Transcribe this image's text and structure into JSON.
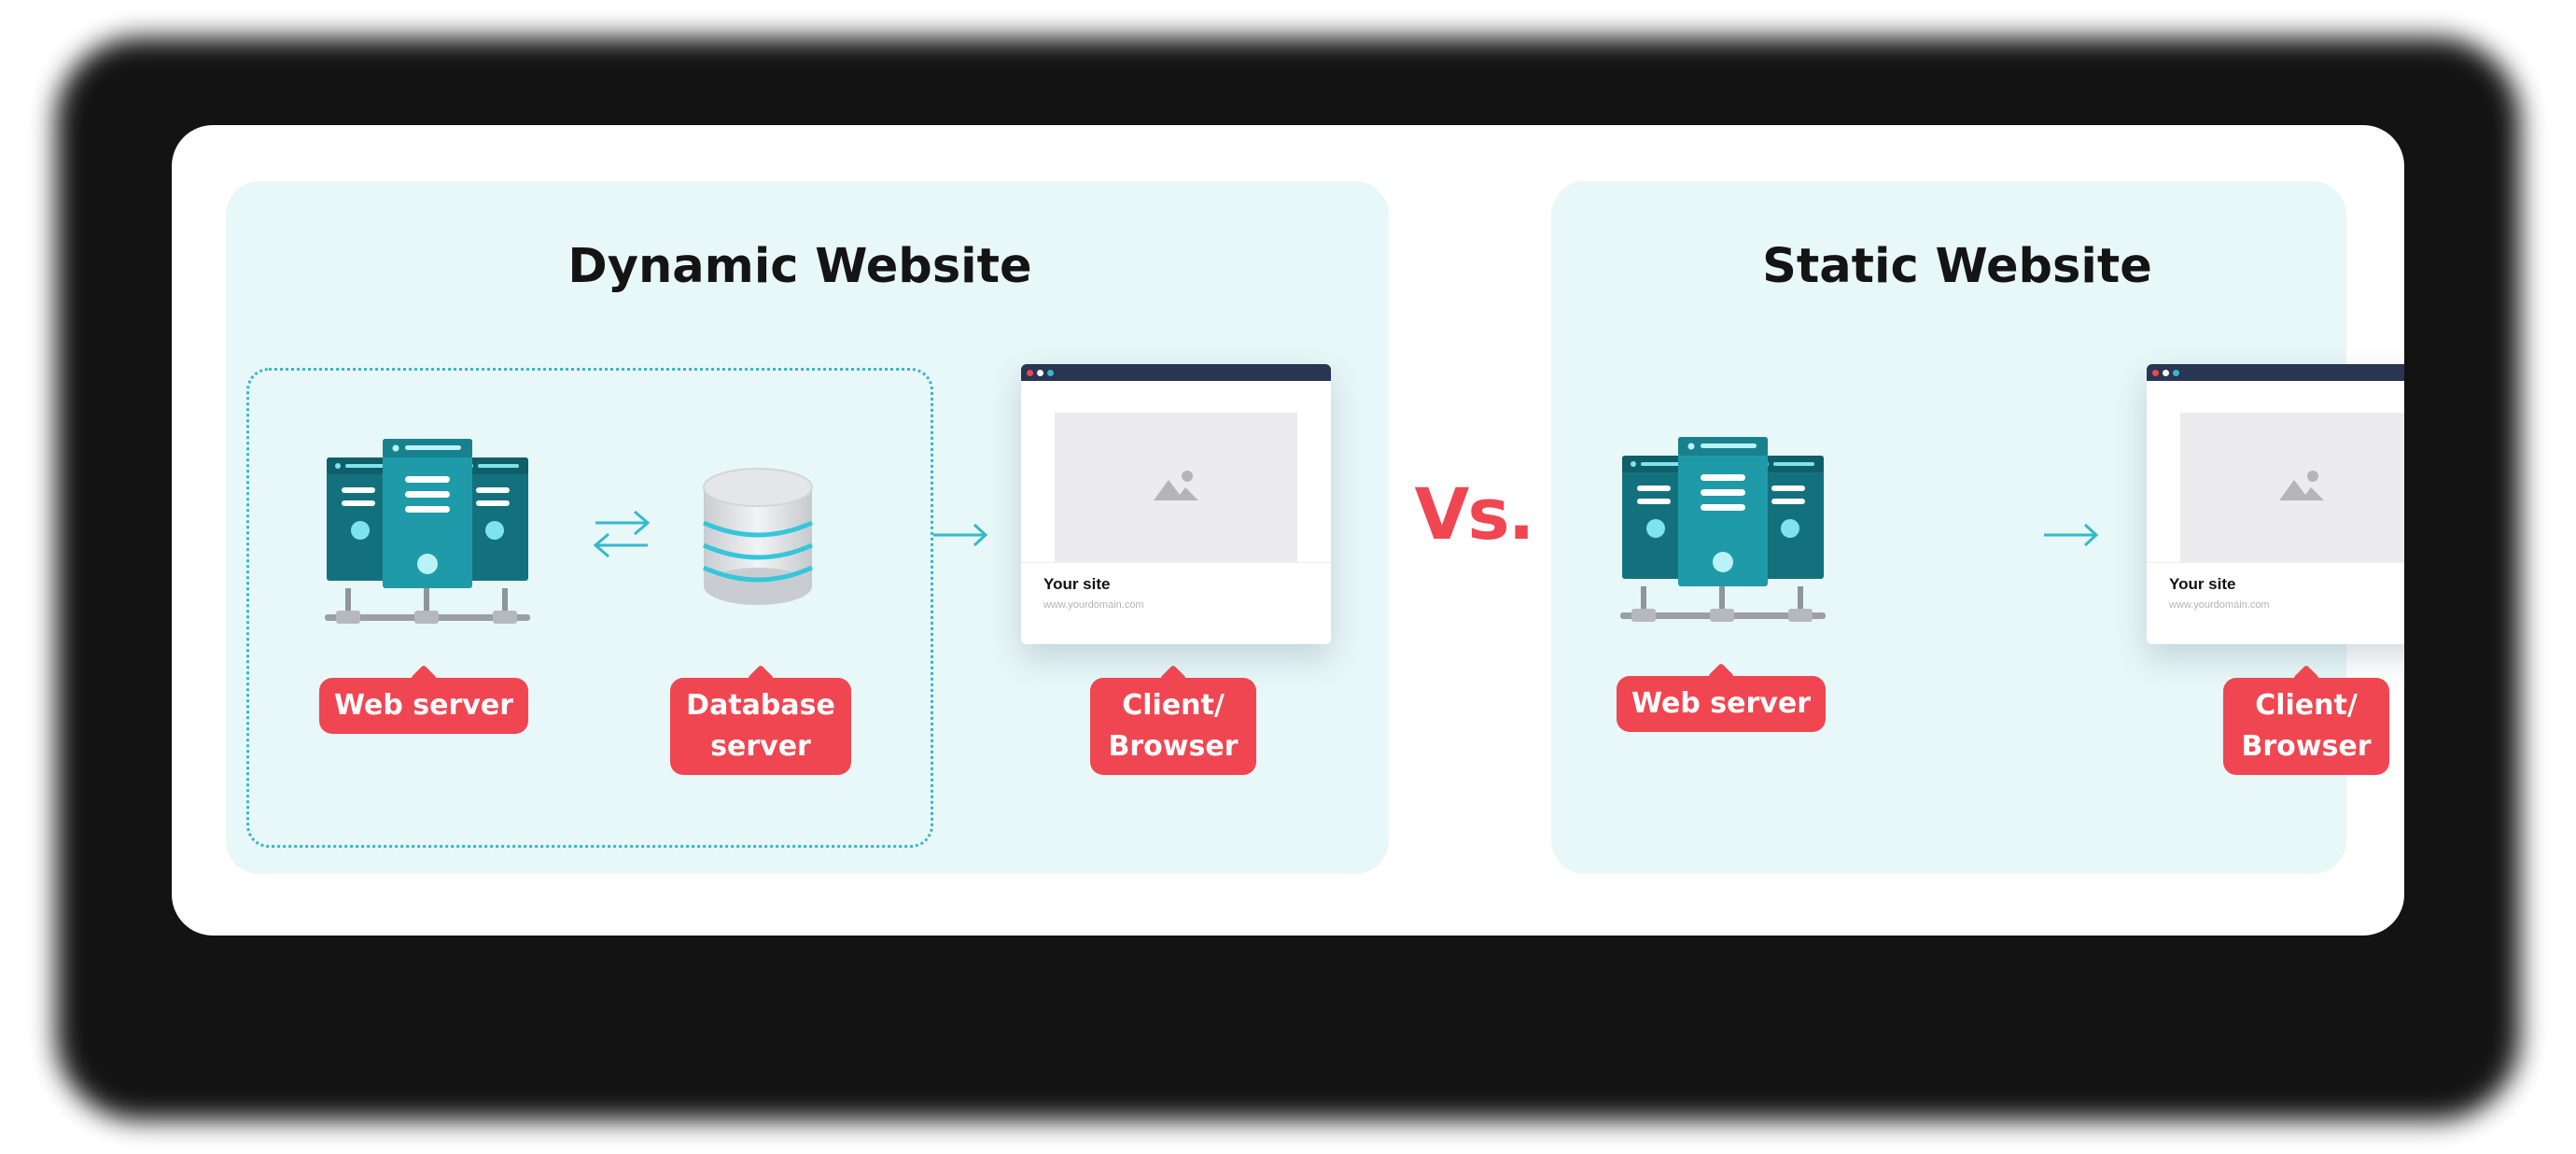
{
  "comparison": {
    "vs_label": "Vs."
  },
  "dynamic": {
    "title": "Dynamic Website",
    "web_server_label": "Web server",
    "database_label_line1": "Database",
    "database_label_line2": "server",
    "client_label_line1": "Client/",
    "client_label_line2": "Browser",
    "browser_site": "Your site",
    "browser_domain": "www.yourdomain.com"
  },
  "static": {
    "title": "Static Website",
    "web_server_label": "Web server",
    "client_label_line1": "Client/",
    "client_label_line2": "Browser",
    "browser_site": "Your site",
    "browser_domain": "www.yourdomain.com"
  },
  "icons": {
    "server": "server-rack-icon",
    "database": "database-icon",
    "bidirectional_arrow": "bidirectional-arrow-icon",
    "arrow": "right-arrow-icon",
    "image_placeholder": "image-placeholder-icon"
  },
  "colors": {
    "panel_bg": "#e8f7f8",
    "accent_red": "#f04651",
    "server_teal": "#13717d",
    "server_teal_light": "#1f9aa8",
    "arrow_cyan": "#35b9cc",
    "browser_bar": "#283553"
  }
}
